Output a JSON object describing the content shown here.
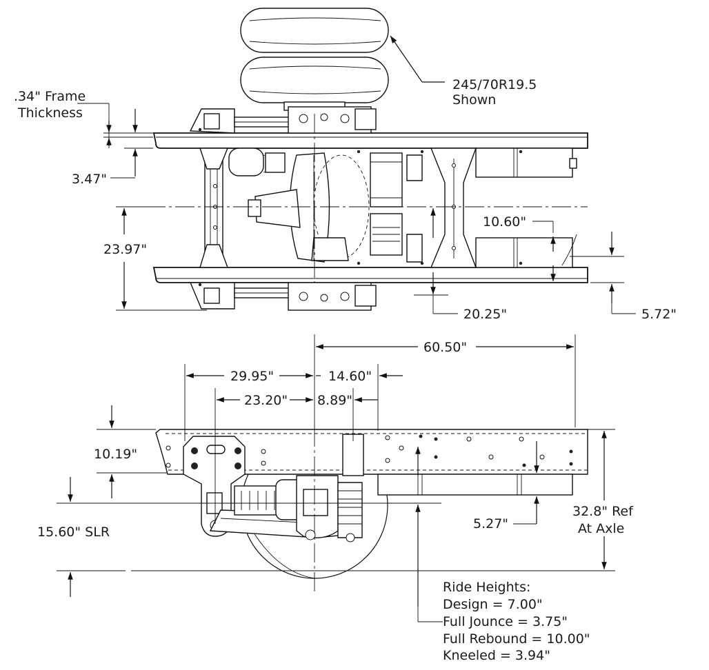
{
  "tire": {
    "callout": "245/70R19.5",
    "callout_line2": "Shown"
  },
  "top_view": {
    "frame_thickness": {
      "label": ".34\" Frame",
      "label_line2": "Thickness"
    },
    "dims": {
      "d_3_47": "3.47\"",
      "d_23_97": "23.97\"",
      "d_10_60": "10.60\"",
      "d_20_25": "20.25\"",
      "d_5_72": "5.72\""
    }
  },
  "side_view": {
    "dims": {
      "d_60_50": "60.50\"",
      "d_29_95": "29.95\"",
      "d_14_60": "14.60\"",
      "d_23_20": "23.20\"",
      "d_8_89": "8.89\"",
      "d_10_19": "10.19\"",
      "d_15_60": "15.60\" SLR",
      "d_5_27": "5.27\"",
      "d_32_8": "32.8\" Ref",
      "d_32_8_line2": "At Axle"
    }
  },
  "ride_heights": {
    "title": "Ride Heights:",
    "lines": [
      "Design = 7.00\"",
      "Full Jounce = 3.75\"",
      "Full Rebound = 10.00\"",
      "Kneeled = 3.94\""
    ]
  }
}
